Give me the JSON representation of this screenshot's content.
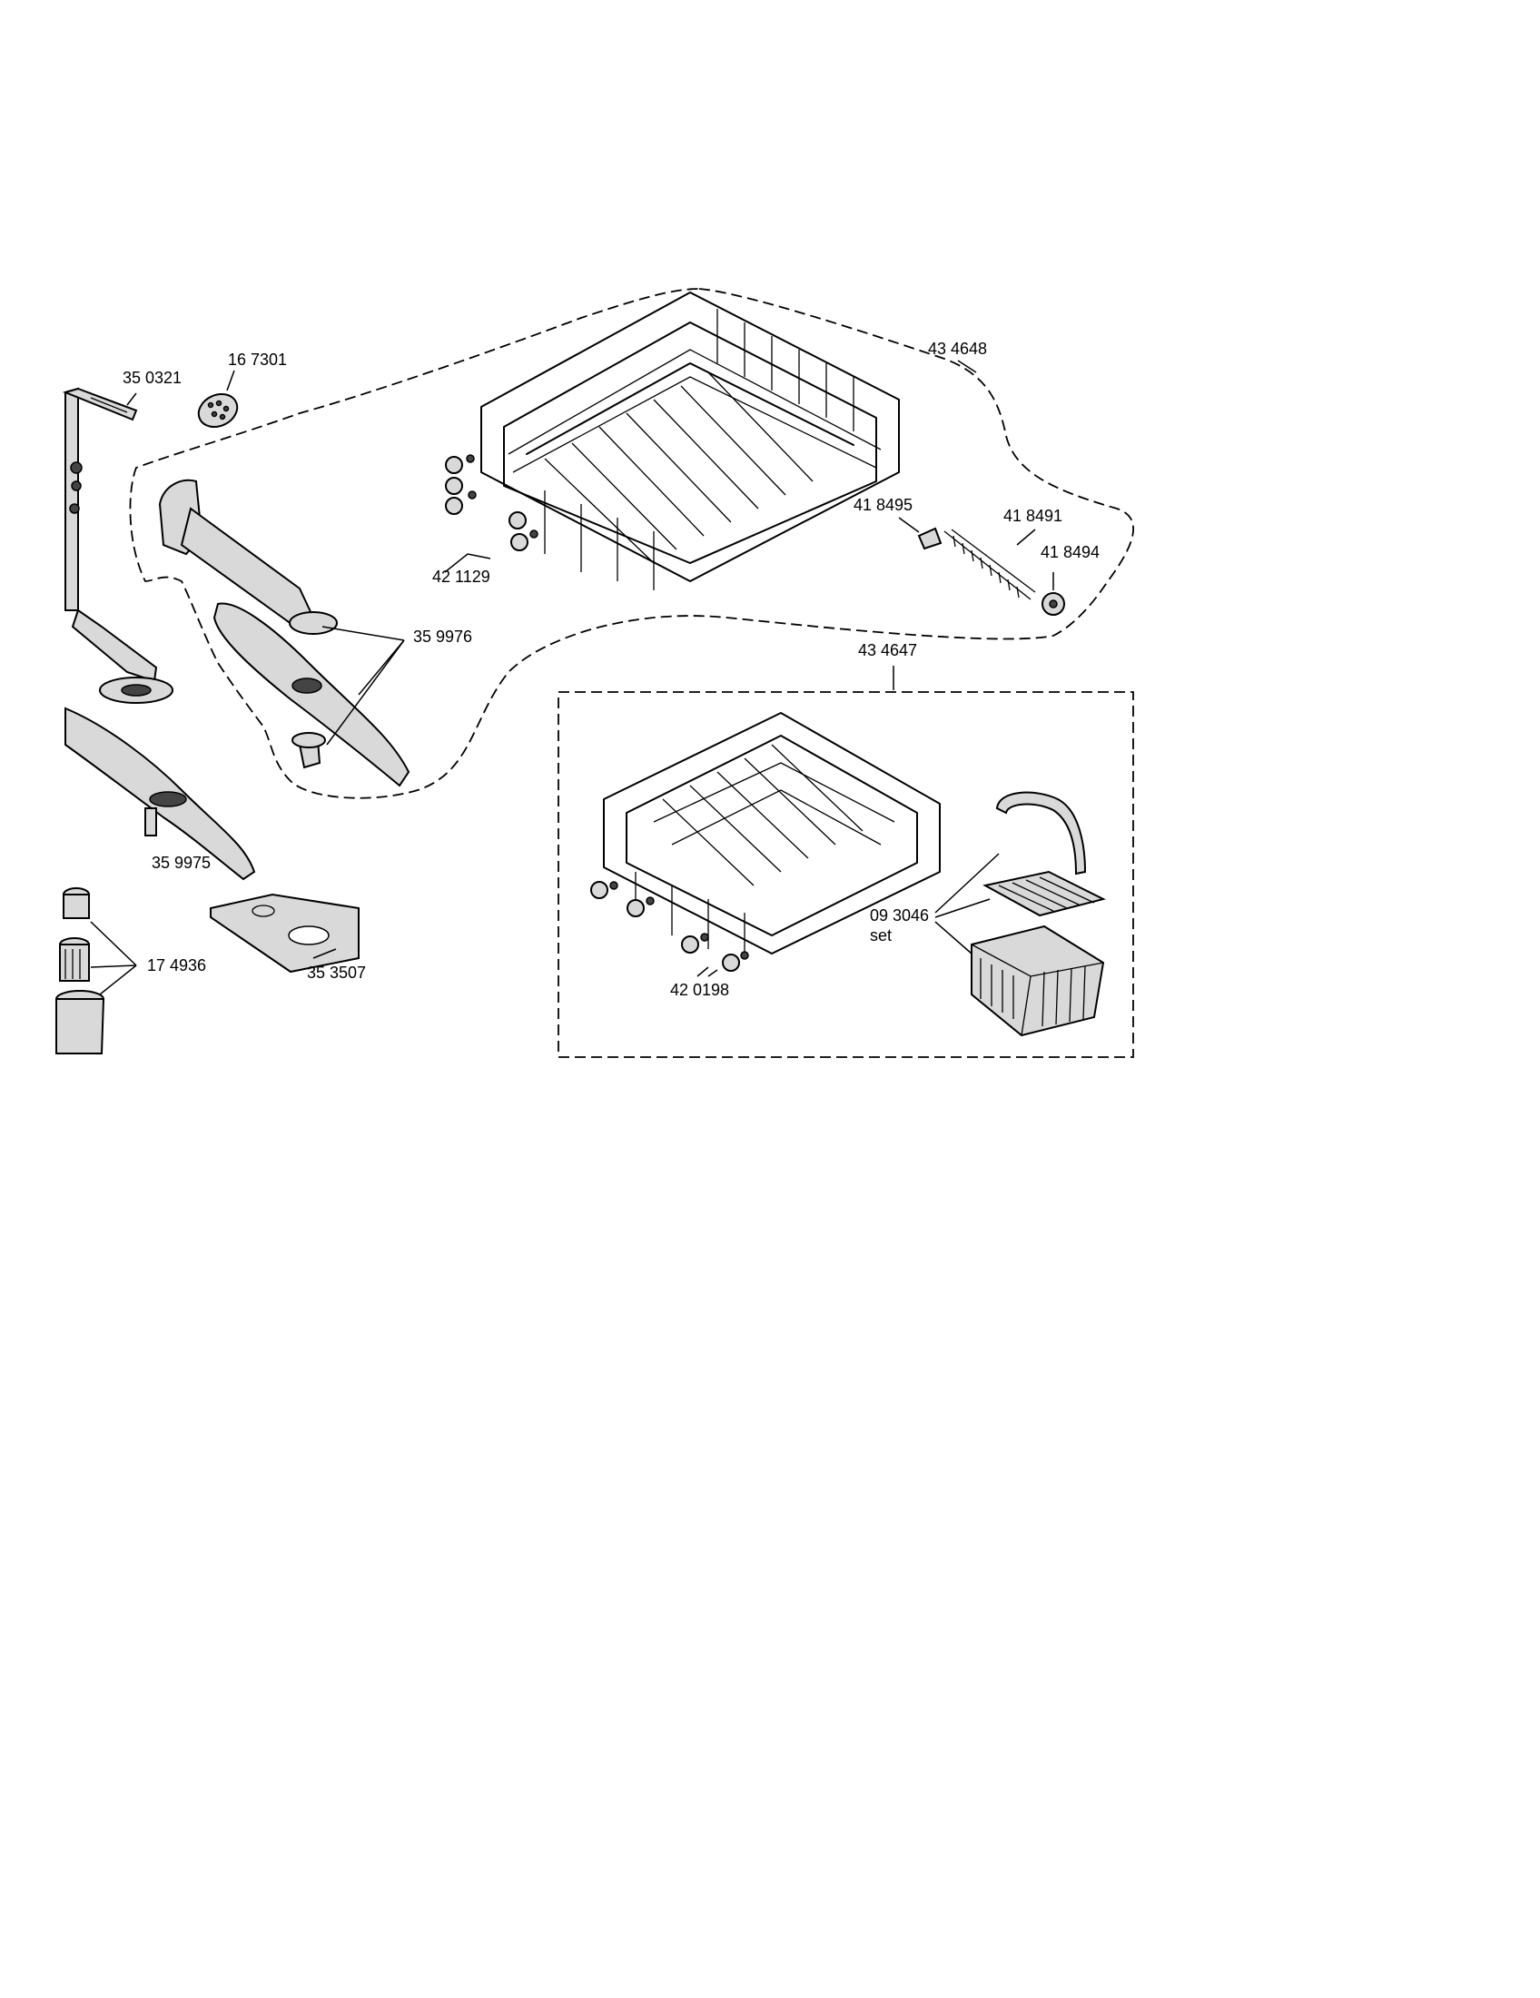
{
  "diagram": {
    "parts": [
      {
        "id": "p350321",
        "number": "35 0321",
        "name": "spray-arm-supply-pipe"
      },
      {
        "id": "p167301",
        "number": "16 7301",
        "name": "spray-nozzle"
      },
      {
        "id": "p434648",
        "number": "43 4648",
        "name": "upper-rack"
      },
      {
        "id": "p418495",
        "number": "41 8495",
        "name": "rack-clip"
      },
      {
        "id": "p418491",
        "number": "41 8491",
        "name": "rack-rail"
      },
      {
        "id": "p418494",
        "number": "41 8494",
        "name": "rail-end-cap"
      },
      {
        "id": "p421129",
        "number": "42 1129",
        "name": "upper-rack-wheels"
      },
      {
        "id": "p359976",
        "number": "35 9976",
        "name": "upper-spray-arm"
      },
      {
        "id": "p434647",
        "number": "43 4647",
        "name": "lower-rack"
      },
      {
        "id": "p093046",
        "number": "09 3046",
        "name": "cutlery-basket-set",
        "note": "set"
      },
      {
        "id": "p420198",
        "number": "42 0198",
        "name": "lower-rack-wheels"
      },
      {
        "id": "p359975",
        "number": "35 9975",
        "name": "lower-spray-arm"
      },
      {
        "id": "p174936",
        "number": "17 4936",
        "name": "filter-set"
      },
      {
        "id": "p353507",
        "number": "35 3507",
        "name": "flat-filter"
      }
    ]
  }
}
